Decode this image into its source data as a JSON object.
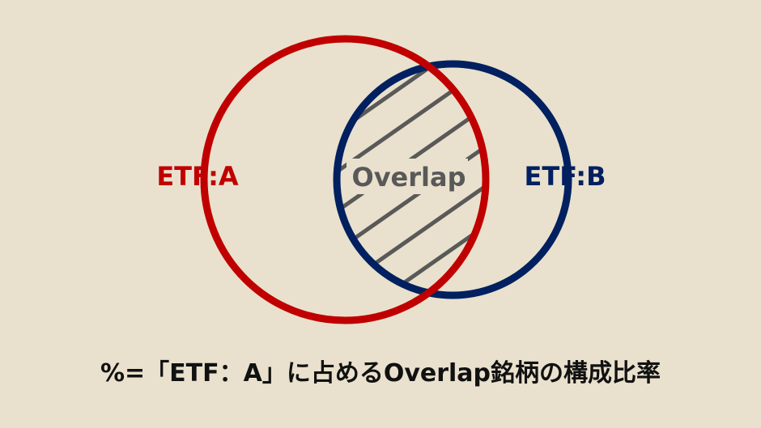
{
  "colors": {
    "background": "#e9e1cd",
    "set_a": "#c00000",
    "set_b": "#002060",
    "overlap": "#595959",
    "overlap_text_bg": "#e9e1cd",
    "formula_text": "#111111"
  },
  "diagram": {
    "set_a_label": "ETF:A",
    "set_b_label": "ETF:B",
    "overlap_label": "Overlap"
  },
  "formula": {
    "text": "%=「ETF：A」に占めるOverlap銘柄の構成比率"
  }
}
